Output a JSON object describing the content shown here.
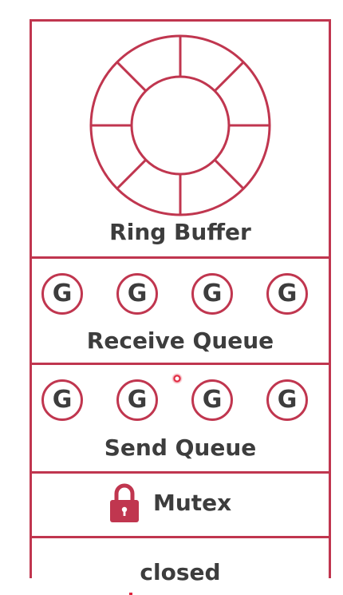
{
  "colors": {
    "accent": "#c0364f",
    "text": "#3d3d3d",
    "cursor": "#e0243c"
  },
  "ring_buffer": {
    "label": "Ring Buffer",
    "icon": "ring-buffer-icon"
  },
  "receive_queue": {
    "label": "Receive Queue",
    "items": [
      "G",
      "G",
      "G",
      "G"
    ]
  },
  "send_queue": {
    "label": "Send Queue",
    "items": [
      "G",
      "G",
      "G",
      "G"
    ]
  },
  "mutex": {
    "label": "Mutex",
    "icon": "lock-icon"
  },
  "state": {
    "label": "closed"
  }
}
